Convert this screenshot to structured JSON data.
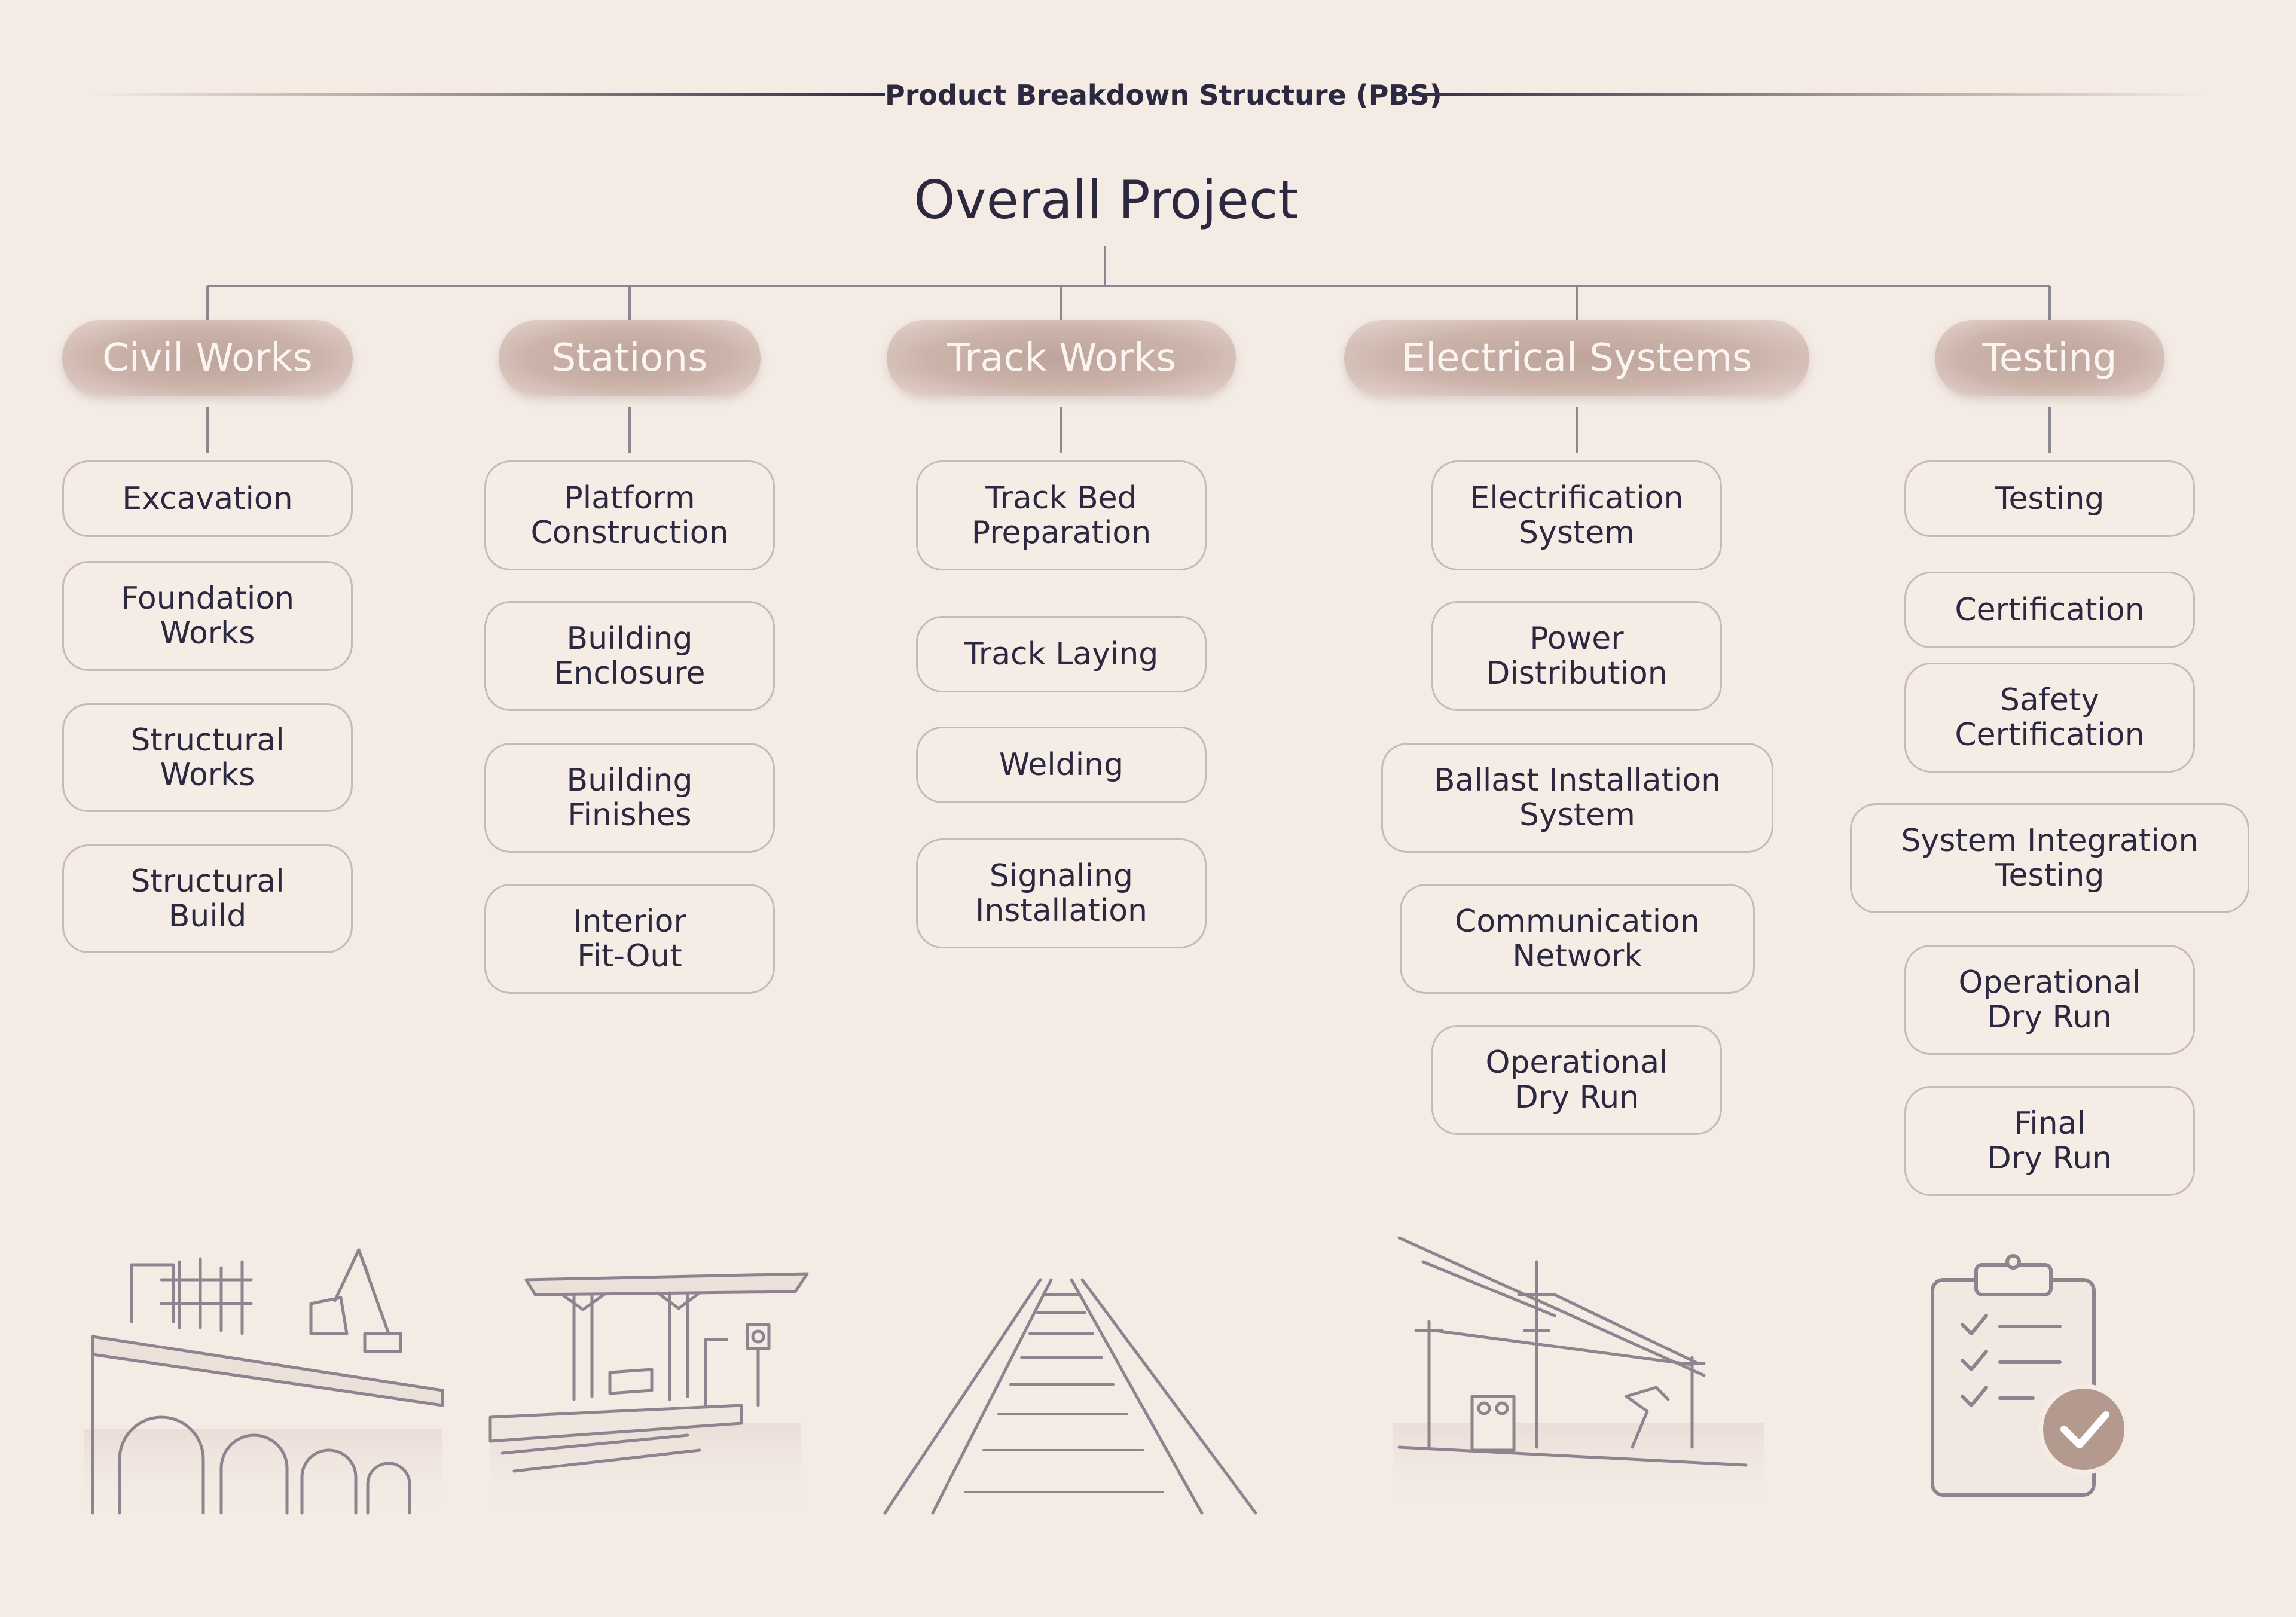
{
  "header": {
    "title": "Product Breakdown Structure (PBS)"
  },
  "root": {
    "label": "Overall Project"
  },
  "branches": [
    {
      "label": "Civil Works",
      "items": [
        "Excavation",
        "Foundation\nWorks",
        "Structural\nWorks",
        "Structural\nBuild"
      ]
    },
    {
      "label": "Stations",
      "items": [
        "Platform\nConstruction",
        "Building\nEnclosure",
        "Building\nFinishes",
        "Interior\nFit-Out"
      ]
    },
    {
      "label": "Track Works",
      "items": [
        "Track Bed\nPreparation",
        "Track Laying",
        "Welding",
        "Signaling\nInstallation"
      ]
    },
    {
      "label": "Electrical Systems",
      "items": [
        "Electrification\nSystem",
        "Power\nDistribution",
        "Ballast Installation\nSystem",
        "Communication\nNetwork",
        "Operational\nDry Run"
      ]
    },
    {
      "label": "Testing",
      "items": [
        "Testing",
        "Certification",
        "Safety\nCertification",
        "System Integration\nTesting",
        "Operational\nDry Run",
        "Final\nDry Run"
      ]
    }
  ],
  "illustrations": [
    "civil-works-illustration",
    "station-illustration",
    "railway-track-illustration",
    "electrical-lines-illustration",
    "checklist-clipboard-icon"
  ],
  "colors": {
    "background": "#f4ebe5",
    "branch_pill": "#c9b1a8",
    "text": "#2b2840",
    "node_border": "#c7b9b4",
    "connector": "#8b8790",
    "check_badge": "#b49a8e"
  }
}
